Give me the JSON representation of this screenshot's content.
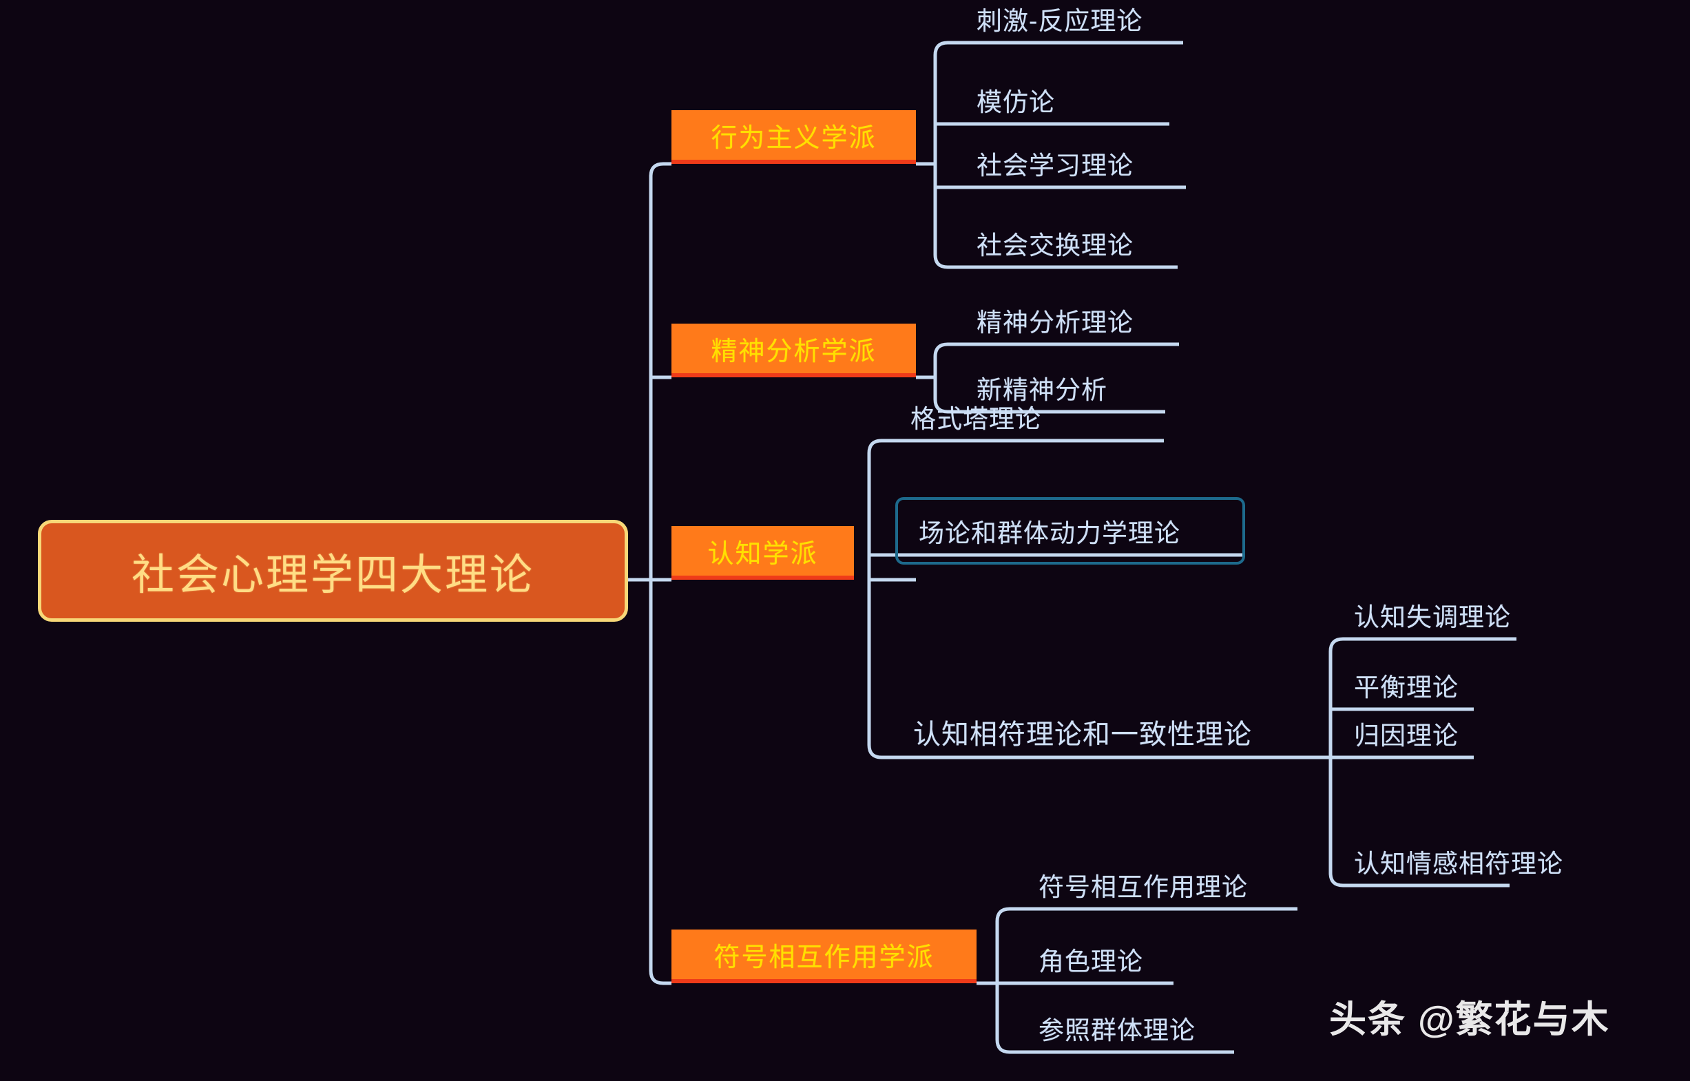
{
  "theme": {
    "background": "#0d0512",
    "root_fill": "#d9571f",
    "root_border": "#f7d878",
    "root_text": "#ffdd85",
    "branch_fill": "#ff7a1a",
    "branch_underline": "#ef3b19",
    "branch_text": "#ffe000",
    "leaf_text": "#cfe0f7",
    "wire": "#c5d9f0",
    "selection_border": "#1d6a8c"
  },
  "root": {
    "label": "社会心理学四大理论"
  },
  "branches": [
    {
      "label": "行为主义学派",
      "leaves": [
        {
          "label": "刺激-反应理论"
        },
        {
          "label": "模仿论"
        },
        {
          "label": "社会学习理论"
        },
        {
          "label": "社会交换理论"
        }
      ]
    },
    {
      "label": "精神分析学派",
      "leaves": [
        {
          "label": "精神分析理论"
        },
        {
          "label": "新精神分析"
        }
      ]
    },
    {
      "label": "认知学派",
      "leaves": [
        {
          "label": "格式塔理论"
        },
        {
          "label": "场论和群体动力学理论",
          "selected": true
        },
        {
          "label": "认知相符理论和一致性理论",
          "leaves": [
            {
              "label": "认知失调理论"
            },
            {
              "label": "平衡理论"
            },
            {
              "label": "归因理论"
            },
            {
              "label": "认知情感相符理论"
            }
          ]
        }
      ]
    },
    {
      "label": "符号相互作用学派",
      "leaves": [
        {
          "label": "符号相互作用理论"
        },
        {
          "label": "角色理论"
        },
        {
          "label": "参照群体理论"
        }
      ]
    }
  ],
  "watermark": {
    "label": "头条 @繁花与木"
  }
}
